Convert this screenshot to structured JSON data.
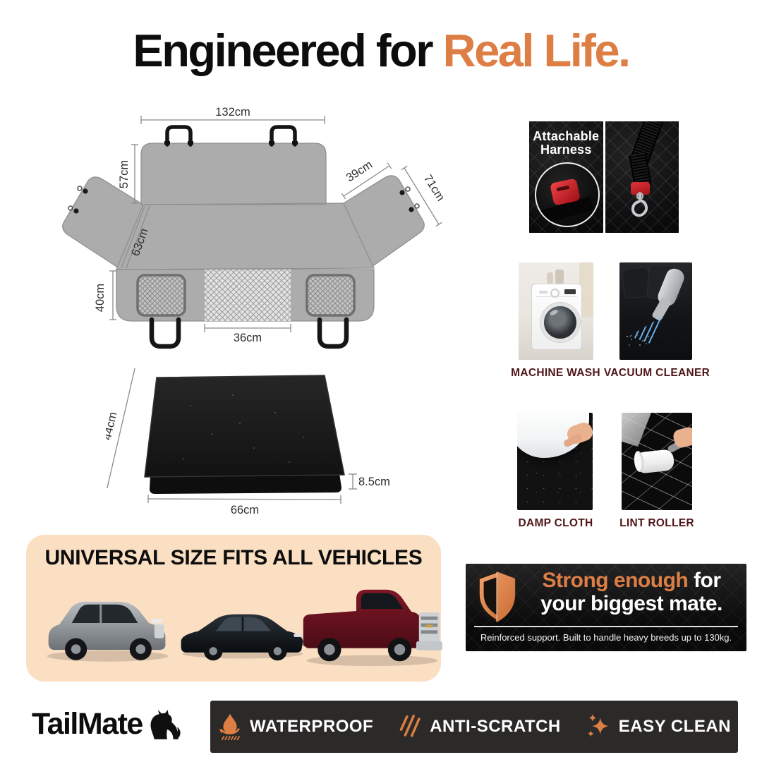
{
  "colors": {
    "accent_orange": "#DD7E45",
    "care_label_maroon": "#4F1518",
    "universal_peach": "#FBDFC3",
    "feature_bar_bg": "#2B2A28",
    "diagram_gray": "#ABABAB"
  },
  "title": {
    "prefix": "Engineered for ",
    "highlight": "Real Life."
  },
  "diagram": {
    "width_top": "132cm",
    "backrest_height": "57cm",
    "flap_width": "39cm",
    "flap_length": "71cm",
    "seat_depth": "63cm",
    "front_height": "40cm",
    "mesh_width": "36cm"
  },
  "folded": {
    "depth": "44cm",
    "thickness": "8.5cm",
    "width": "66cm"
  },
  "harness": {
    "line1": "Attachable",
    "line2": "Harness"
  },
  "care_labels": {
    "machine_wash": "MACHINE WASH",
    "vacuum_cleaner": "VACUUM CLEANER",
    "damp_cloth": "DAMP CLOTH",
    "lint_roller": "LINT ROLLER"
  },
  "universal": {
    "heading": "UNIVERSAL SIZE FITS ALL VEHICLES"
  },
  "strong_banner": {
    "headline_accent": "Strong enough",
    "headline_rest": " for",
    "headline_line2": "your biggest mate.",
    "subtext": "Reinforced support. Built to handle heavy breeds up to 130kg."
  },
  "footer": {
    "brand": "TailMate",
    "features": {
      "waterproof": "WATERPROOF",
      "anti_scratch": "ANTI-SCRATCH",
      "easy_clean": "EASY CLEAN"
    }
  }
}
